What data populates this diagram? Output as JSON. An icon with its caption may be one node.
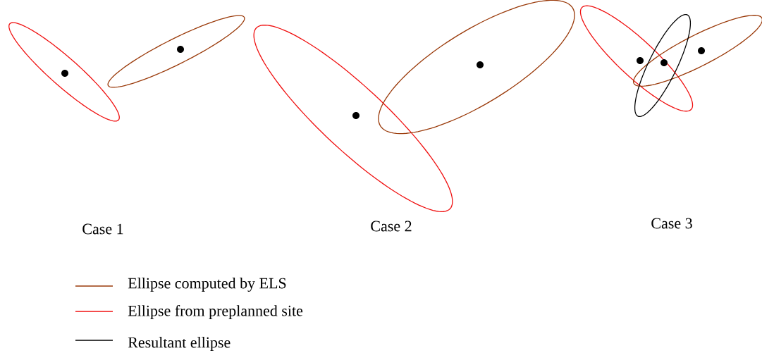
{
  "diagram": {
    "labels": [
      "Case 1",
      "Case 2",
      "Case 3"
    ],
    "legend": [
      {
        "text": "Ellipse computed by ELS"
      },
      {
        "text": "Ellipse from preplanned site"
      },
      {
        "text": "Resultant ellipse"
      }
    ]
  }
}
